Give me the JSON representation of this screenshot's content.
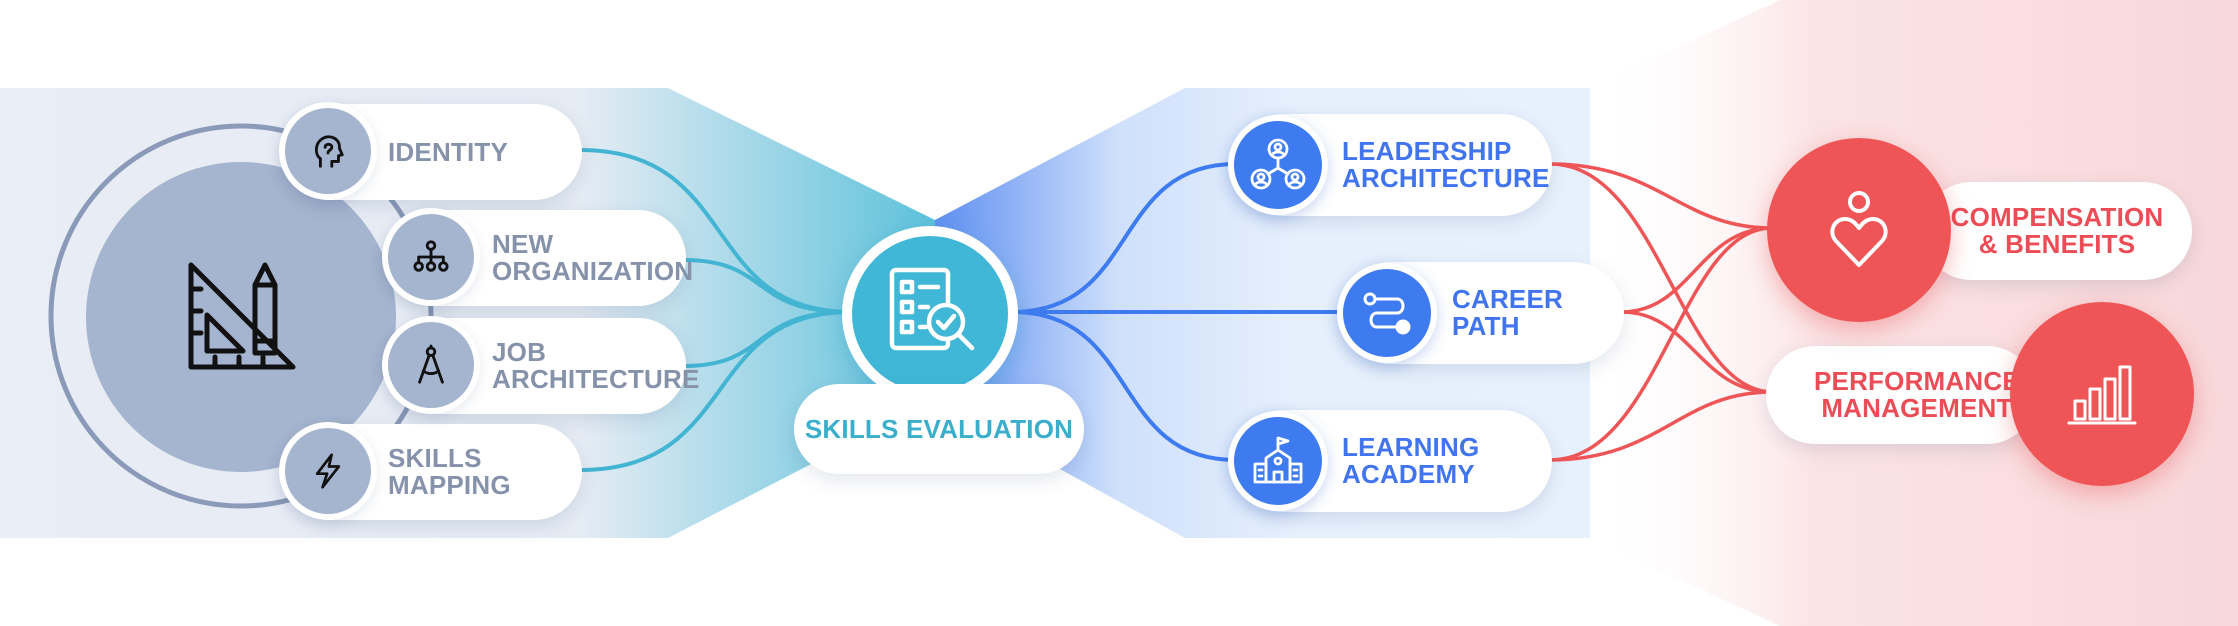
{
  "colors": {
    "grey": "#a5b4cf",
    "grey_text": "#8592aa",
    "teal": "#40b7d6",
    "blue": "#3e7bf0",
    "red": "#ef5556"
  },
  "center": {
    "label": "SKILLS EVALUATION",
    "icon": "checklist-magnifier-icon"
  },
  "left_hub": {
    "icon": "ruler-pencil-icon"
  },
  "left_nodes": [
    {
      "label": "IDENTITY",
      "icon": "head-profile-icon"
    },
    {
      "label": "NEW\nORGANIZATION",
      "icon": "org-chart-icon"
    },
    {
      "label": "JOB\nARCHITECTURE",
      "icon": "compass-icon"
    },
    {
      "label": "SKILLS\nMAPPING",
      "icon": "lightning-bolt-icon"
    }
  ],
  "middle_nodes": [
    {
      "label": "LEADERSHIP\nARCHITECTURE",
      "icon": "team-network-icon"
    },
    {
      "label": "CAREER\nPATH",
      "icon": "route-path-icon"
    },
    {
      "label": "LEARNING\nACADEMY",
      "icon": "school-building-icon"
    }
  ],
  "right_nodes": [
    {
      "label": "COMPENSATION\n& BENEFITS",
      "icon": "person-heart-icon"
    },
    {
      "label": "PERFORMANCE\nMANAGEMENT",
      "icon": "bar-chart-icon"
    }
  ]
}
